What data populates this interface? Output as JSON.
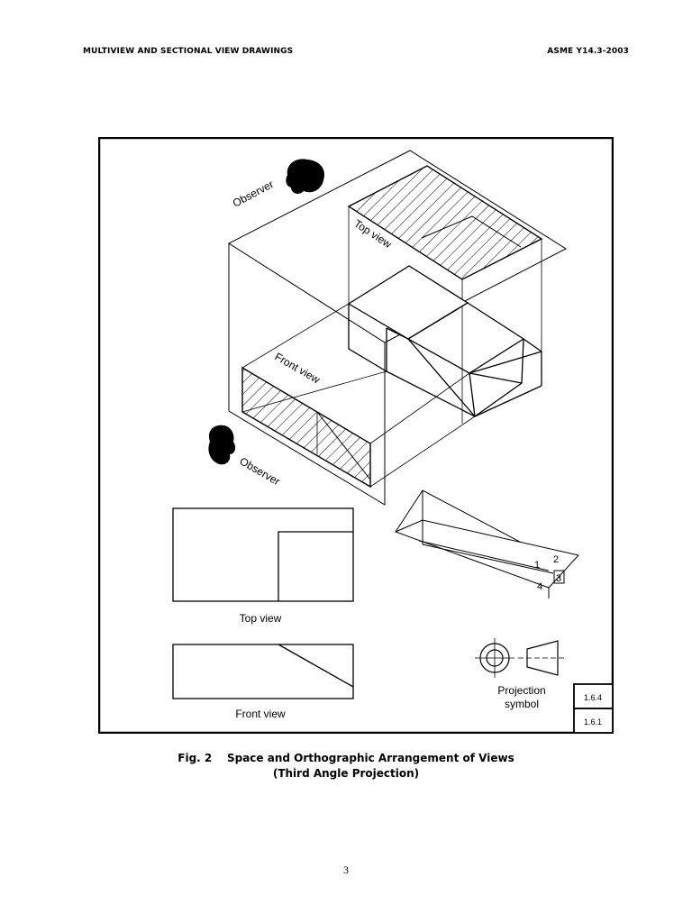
{
  "header": {
    "left": "MULTIVIEW AND SECTIONAL VIEW DRAWINGS",
    "right": "ASME Y14.3-2003"
  },
  "figure": {
    "observer_top_label": "Observer",
    "observer_front_label": "Observer",
    "top_view_plane_label": "Top view",
    "front_view_plane_label": "Front view",
    "ortho_top_label": "Top view",
    "ortho_front_label": "Front view",
    "projection_symbol_line1": "Projection",
    "projection_symbol_line2": "symbol",
    "quadrants": [
      "1",
      "2",
      "3",
      "4"
    ],
    "ref_upper": "1.6.4",
    "ref_lower": "1.6.1"
  },
  "caption": {
    "line1": "Fig. 2    Space and Orthographic Arrangement of Views",
    "line2": "(Third Angle Projection)"
  },
  "page_number": "3"
}
